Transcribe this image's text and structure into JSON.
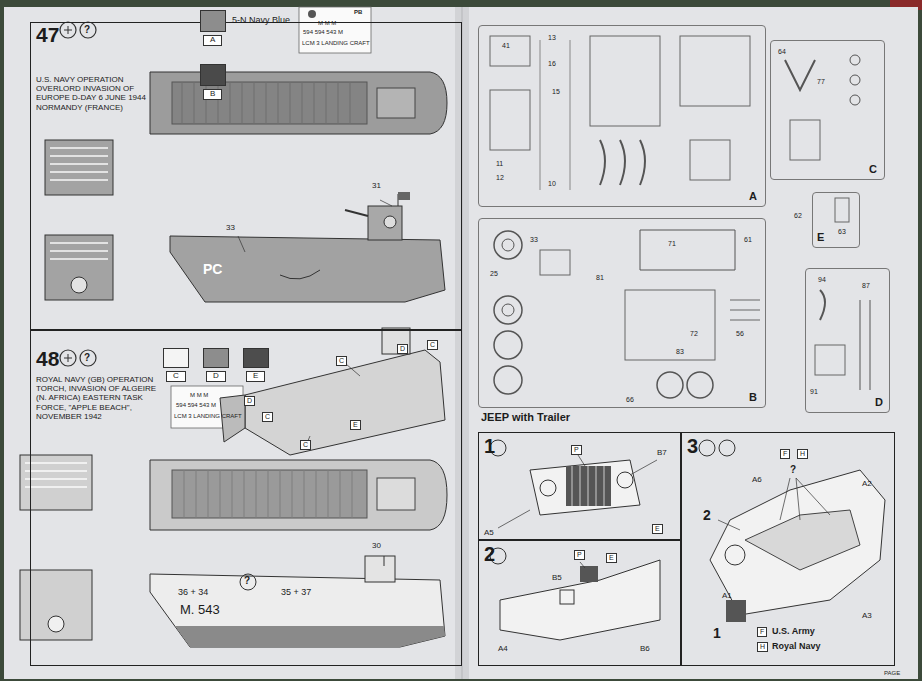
{
  "diagram": {
    "nodes": [
      {
        "text": [
          "47",
          "U.S. NAVY OPERATION OVERLORD INVASION OF EUROPE D-DAY 6 JUNE 1944 NORMANDY (FRANCE)"
        ]
      },
      {
        "text": [
          "48",
          "ROYAL NAVY (GB) OPERATION TORCH, INVASION OF ALGEIRE (N. AFRICA) EASTERN TASK FORCE, \"APPLE BEACH\", NOVEMBER 1942"
        ]
      },
      {
        "text": [
          "A"
        ]
      },
      {
        "text": [
          "C"
        ]
      },
      {
        "text": [
          "E"
        ]
      },
      {
        "text": [
          "B"
        ]
      },
      {
        "text": [
          "D"
        ]
      },
      {
        "text": [
          "1"
        ]
      },
      {
        "text": [
          "2"
        ]
      },
      {
        "text": [
          "3"
        ]
      }
    ],
    "labels": [
      "?",
      "5-N Navy Blue",
      "PB",
      "M M M",
      "594 594 543 M",
      "LCM 3 LANDING CRAFT",
      "31",
      "33",
      "PC",
      "?",
      "M M M",
      "594 594 543 M",
      "LCM 3 LANDING CRAFT",
      "C",
      "D",
      "C",
      "D",
      "C",
      "E",
      "C",
      "36 + 34",
      "?",
      "35 + 37",
      "30",
      "M. 543",
      "JEEP with Trailer",
      "41",
      "11",
      "12",
      "13",
      "16",
      "15",
      "10",
      "64",
      "77",
      "62",
      "63",
      "33",
      "25",
      "81",
      "71",
      "61",
      "72",
      "56",
      "83",
      "66",
      "94",
      "87",
      "91",
      "P",
      "B7",
      "A5",
      "E",
      "P",
      "E",
      "B5",
      "A4",
      "B6",
      "F",
      "H",
      "?",
      "A6",
      "A2",
      "2",
      "A1",
      "A3",
      "1",
      "F",
      "U.S. Army",
      "H",
      "Royal Navy",
      "PAGE"
    ],
    "legend": [
      {
        "text": "A",
        "color": "#8d8d8d"
      },
      {
        "text": "B",
        "color": "#4a4a4a"
      },
      {
        "text": "C",
        "color": "#f4f4f4"
      },
      {
        "text": "D",
        "color": "#8d8d8d"
      },
      {
        "text": "E",
        "color": "#4d4d4d"
      }
    ]
  }
}
